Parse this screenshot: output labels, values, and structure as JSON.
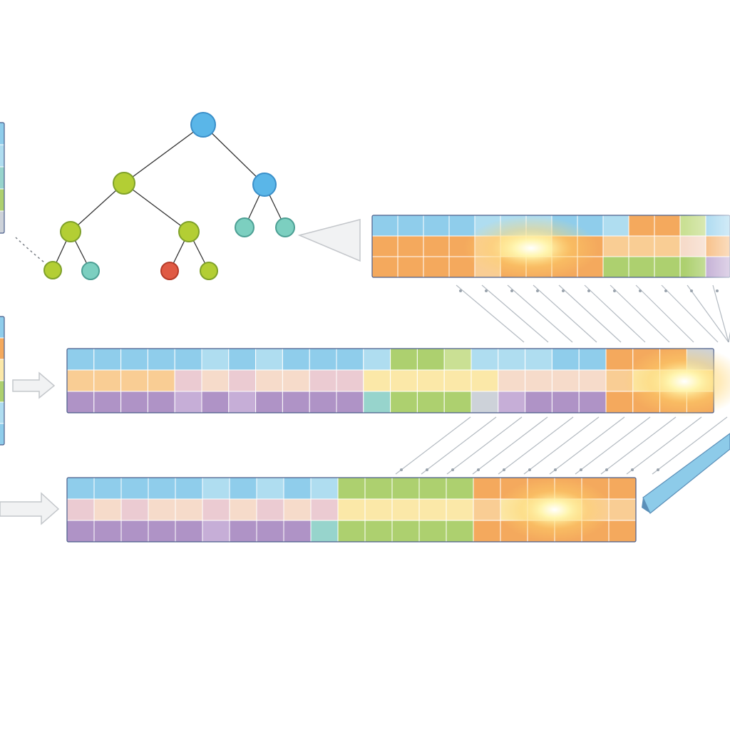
{
  "colors": {
    "blue": "#86c9ea",
    "blue_light": "#a9dbef",
    "orange": "#f4a250",
    "orange_light": "#f9c98b",
    "peach": "#f6d9c6",
    "pink": "#eac7cf",
    "purple": "#a98ac2",
    "purple_light": "#c2a8d4",
    "green": "#a7cd63",
    "green_light": "#c6de8c",
    "yellow": "#fbe7a1",
    "teal": "#8fd1c8",
    "grey": "#c9cfd6",
    "red": "#e05a44",
    "glow": "#fff3a8"
  },
  "tree": {
    "nodes": [
      {
        "id": "root",
        "color": "blue",
        "parent": null
      },
      {
        "id": "a",
        "color": "green",
        "parent": "root"
      },
      {
        "id": "b",
        "color": "blue",
        "parent": "root"
      },
      {
        "id": "a1",
        "color": "green",
        "parent": "a"
      },
      {
        "id": "a2",
        "color": "green",
        "parent": "a"
      },
      {
        "id": "b1",
        "color": "teal",
        "parent": "b"
      },
      {
        "id": "b2",
        "color": "teal",
        "parent": "b"
      },
      {
        "id": "a1a",
        "color": "green",
        "parent": "a1"
      },
      {
        "id": "a1b",
        "color": "teal",
        "parent": "a1"
      },
      {
        "id": "a2a",
        "color": "red",
        "parent": "a2"
      },
      {
        "id": "a2b",
        "color": "green",
        "parent": "a2"
      }
    ]
  },
  "grids": {
    "top": {
      "rows": [
        [
          "blue",
          "blue",
          "blue",
          "blue",
          "blue_light",
          "blue_light",
          "blue_light",
          "blue",
          "blue",
          "blue_light",
          "orange",
          "orange",
          "green_light",
          "blue"
        ],
        [
          "orange",
          "orange",
          "orange",
          "orange",
          "orange_light",
          "yellow",
          "yellow",
          "orange",
          "orange",
          "orange_light",
          "orange_light",
          "orange_light",
          "peach",
          "orange"
        ],
        [
          "orange",
          "orange",
          "orange",
          "orange",
          "orange_light",
          "orange",
          "orange",
          "orange",
          "orange",
          "green",
          "green",
          "green",
          "green",
          "purple"
        ]
      ]
    },
    "middle": {
      "rows": [
        [
          "blue",
          "blue",
          "blue",
          "blue",
          "blue",
          "blue_light",
          "blue",
          "blue_light",
          "blue",
          "blue",
          "blue",
          "blue_light",
          "green",
          "green",
          "green_light",
          "blue_light",
          "blue_light",
          "blue_light",
          "blue",
          "blue",
          "orange",
          "orange",
          "orange",
          "grey"
        ],
        [
          "orange_light",
          "orange_light",
          "orange_light",
          "orange_light",
          "pink",
          "peach",
          "pink",
          "peach",
          "peach",
          "pink",
          "pink",
          "yellow",
          "yellow",
          "yellow",
          "yellow",
          "yellow",
          "peach",
          "peach",
          "peach",
          "peach",
          "orange_light",
          "yellow",
          "yellow",
          "yellow"
        ],
        [
          "purple",
          "purple",
          "purple",
          "purple",
          "purple_light",
          "purple",
          "purple_light",
          "purple",
          "purple",
          "purple",
          "purple",
          "teal",
          "green",
          "green",
          "green",
          "grey",
          "purple_light",
          "purple",
          "purple",
          "purple",
          "orange",
          "orange",
          "orange",
          "orange"
        ]
      ]
    },
    "bottom": {
      "rows": [
        [
          "blue",
          "blue",
          "blue",
          "blue",
          "blue",
          "blue_light",
          "blue",
          "blue_light",
          "blue",
          "blue_light",
          "green",
          "green",
          "green",
          "green",
          "green",
          "orange",
          "orange",
          "orange",
          "orange",
          "orange",
          "orange"
        ],
        [
          "pink",
          "peach",
          "pink",
          "peach",
          "peach",
          "pink",
          "peach",
          "pink",
          "peach",
          "pink",
          "yellow",
          "yellow",
          "yellow",
          "yellow",
          "yellow",
          "orange_light",
          "yellow",
          "yellow",
          "yellow",
          "orange_light",
          "orange_light"
        ],
        [
          "purple",
          "purple",
          "purple",
          "purple",
          "purple",
          "purple_light",
          "purple",
          "purple",
          "purple",
          "teal",
          "green",
          "green",
          "green",
          "green",
          "green",
          "orange",
          "orange",
          "orange",
          "orange",
          "orange",
          "orange"
        ]
      ]
    },
    "left_top": {
      "rows": [
        [
          "blue"
        ],
        [
          "blue_light"
        ],
        [
          "teal"
        ],
        [
          "green"
        ],
        [
          "grey"
        ]
      ]
    },
    "left_middle": {
      "rows": [
        [
          "blue"
        ],
        [
          "orange"
        ],
        [
          "yellow"
        ],
        [
          "green"
        ],
        [
          "blue_light"
        ],
        [
          "blue"
        ]
      ]
    }
  }
}
